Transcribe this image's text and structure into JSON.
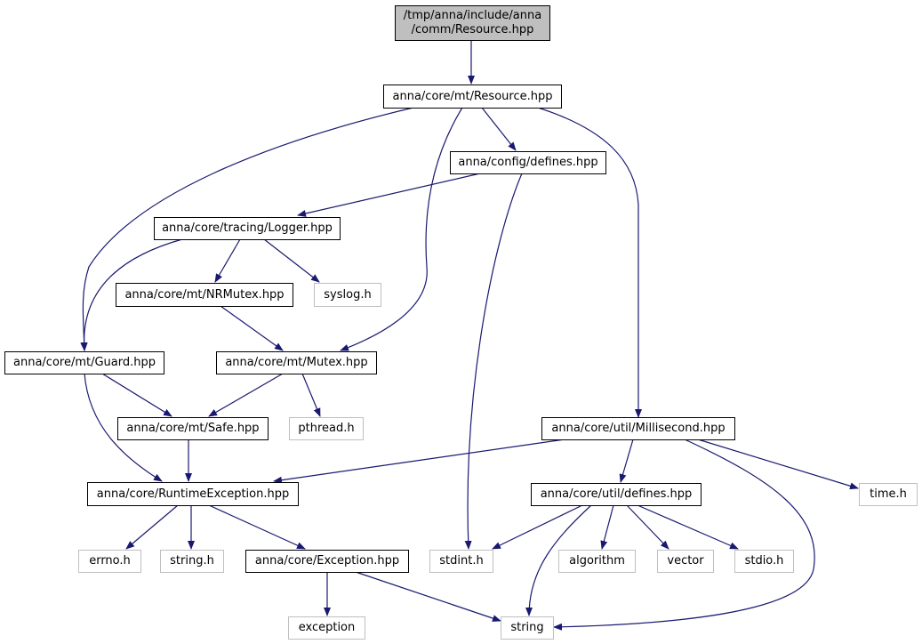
{
  "colors": {
    "edge": "#191970",
    "root_fill": "#bfbfbf",
    "ext_border": "#bfbfbf",
    "node_border": "#000000"
  },
  "nodes": {
    "root": {
      "line1": "/tmp/anna/include/anna",
      "line2": "/comm/Resource.hpp"
    },
    "mt_resource": "anna/core/mt/Resource.hpp",
    "config_defines": "anna/config/defines.hpp",
    "logger": "anna/core/tracing/Logger.hpp",
    "nrmutex": "anna/core/mt/NRMutex.hpp",
    "syslog": "syslog.h",
    "guard": "anna/core/mt/Guard.hpp",
    "mutex": "anna/core/mt/Mutex.hpp",
    "safe": "anna/core/mt/Safe.hpp",
    "pthread": "pthread.h",
    "millisecond": "anna/core/util/Millisecond.hpp",
    "runtime_exception": "anna/core/RuntimeException.hpp",
    "util_defines": "anna/core/util/defines.hpp",
    "time": "time.h",
    "errno": "errno.h",
    "string_h": "string.h",
    "exception_hpp": "anna/core/Exception.hpp",
    "stdint": "stdint.h",
    "algorithm": "algorithm",
    "vector": "vector",
    "stdio": "stdio.h",
    "exception": "exception",
    "string": "string"
  }
}
